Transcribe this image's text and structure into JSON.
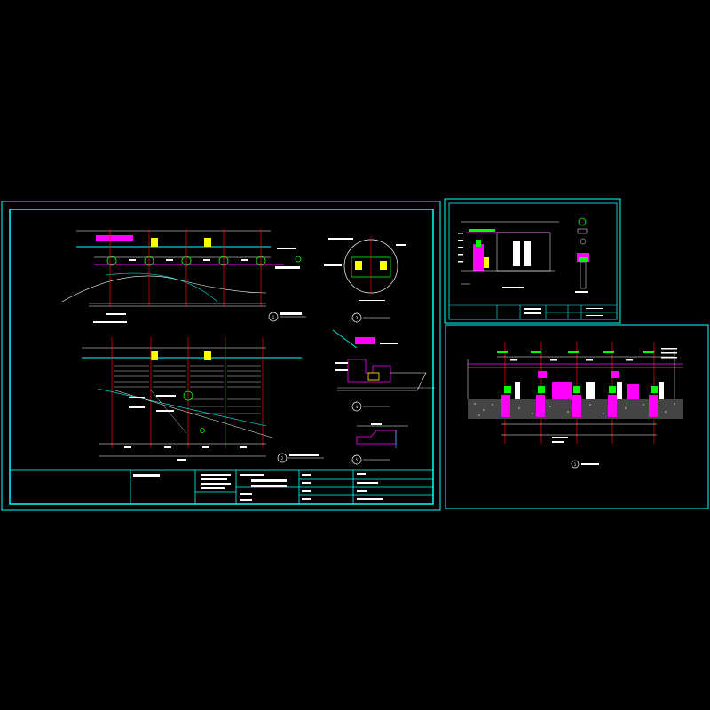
{
  "drawing": {
    "background": "#000000",
    "colors": {
      "frame": "#00ffff",
      "grid": "#ff0000",
      "accent": "#ff00ff",
      "planting": "#00ff00",
      "column": "#ffff00",
      "hatch": "#ffffff",
      "text": "#ffffff"
    }
  },
  "sheet1": {
    "title_block": {
      "project": "",
      "drawing_name": "",
      "scale": "",
      "sheet_no": ""
    },
    "detail_markers": [
      "1",
      "2",
      "3",
      "4",
      "5"
    ]
  },
  "sheet2": {
    "detail_markers": []
  },
  "sheet3": {
    "detail_markers": [
      "1"
    ]
  }
}
